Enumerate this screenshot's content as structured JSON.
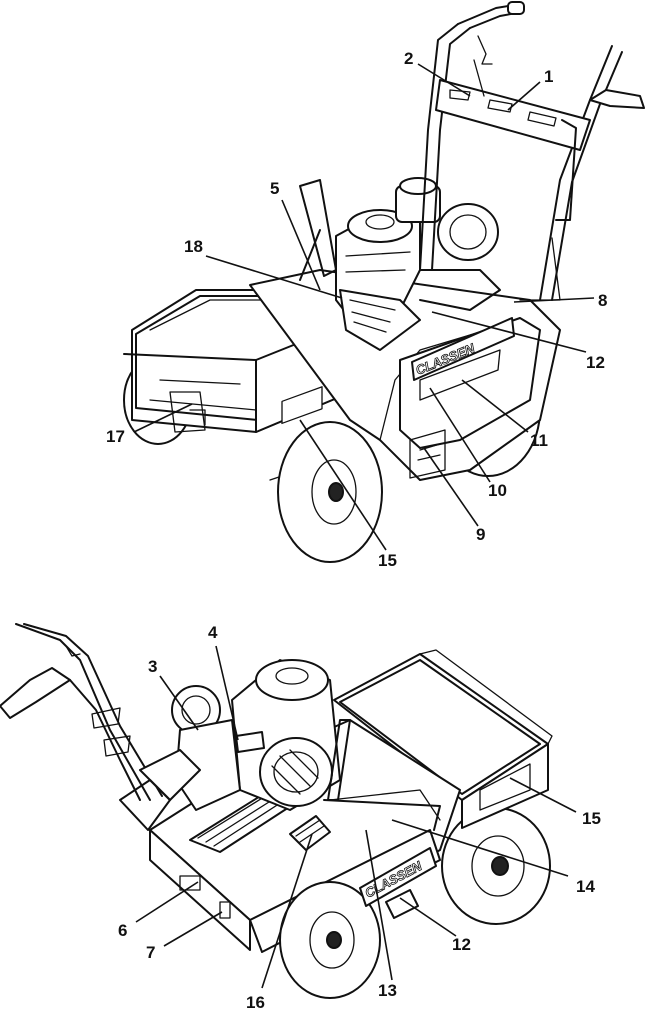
{
  "diagram": {
    "top_view": {
      "callouts": [
        {
          "id": "c1",
          "label": "1"
        },
        {
          "id": "c2",
          "label": "2"
        },
        {
          "id": "c5",
          "label": "5"
        },
        {
          "id": "c18",
          "label": "18"
        },
        {
          "id": "c8",
          "label": "8"
        },
        {
          "id": "c12",
          "label": "12"
        },
        {
          "id": "c11",
          "label": "11"
        },
        {
          "id": "c17",
          "label": "17"
        },
        {
          "id": "c10",
          "label": "10"
        },
        {
          "id": "c9",
          "label": "9"
        },
        {
          "id": "c15",
          "label": "15"
        }
      ],
      "decal": "CLASSEN"
    },
    "bottom_view": {
      "callouts": [
        {
          "id": "c4",
          "label": "4"
        },
        {
          "id": "c3",
          "label": "3"
        },
        {
          "id": "c15",
          "label": "15"
        },
        {
          "id": "c14",
          "label": "14"
        },
        {
          "id": "c6",
          "label": "6"
        },
        {
          "id": "c12",
          "label": "12"
        },
        {
          "id": "c7",
          "label": "7"
        },
        {
          "id": "c16",
          "label": "16"
        },
        {
          "id": "c13",
          "label": "13"
        }
      ],
      "decal": "CLASSEN"
    }
  }
}
